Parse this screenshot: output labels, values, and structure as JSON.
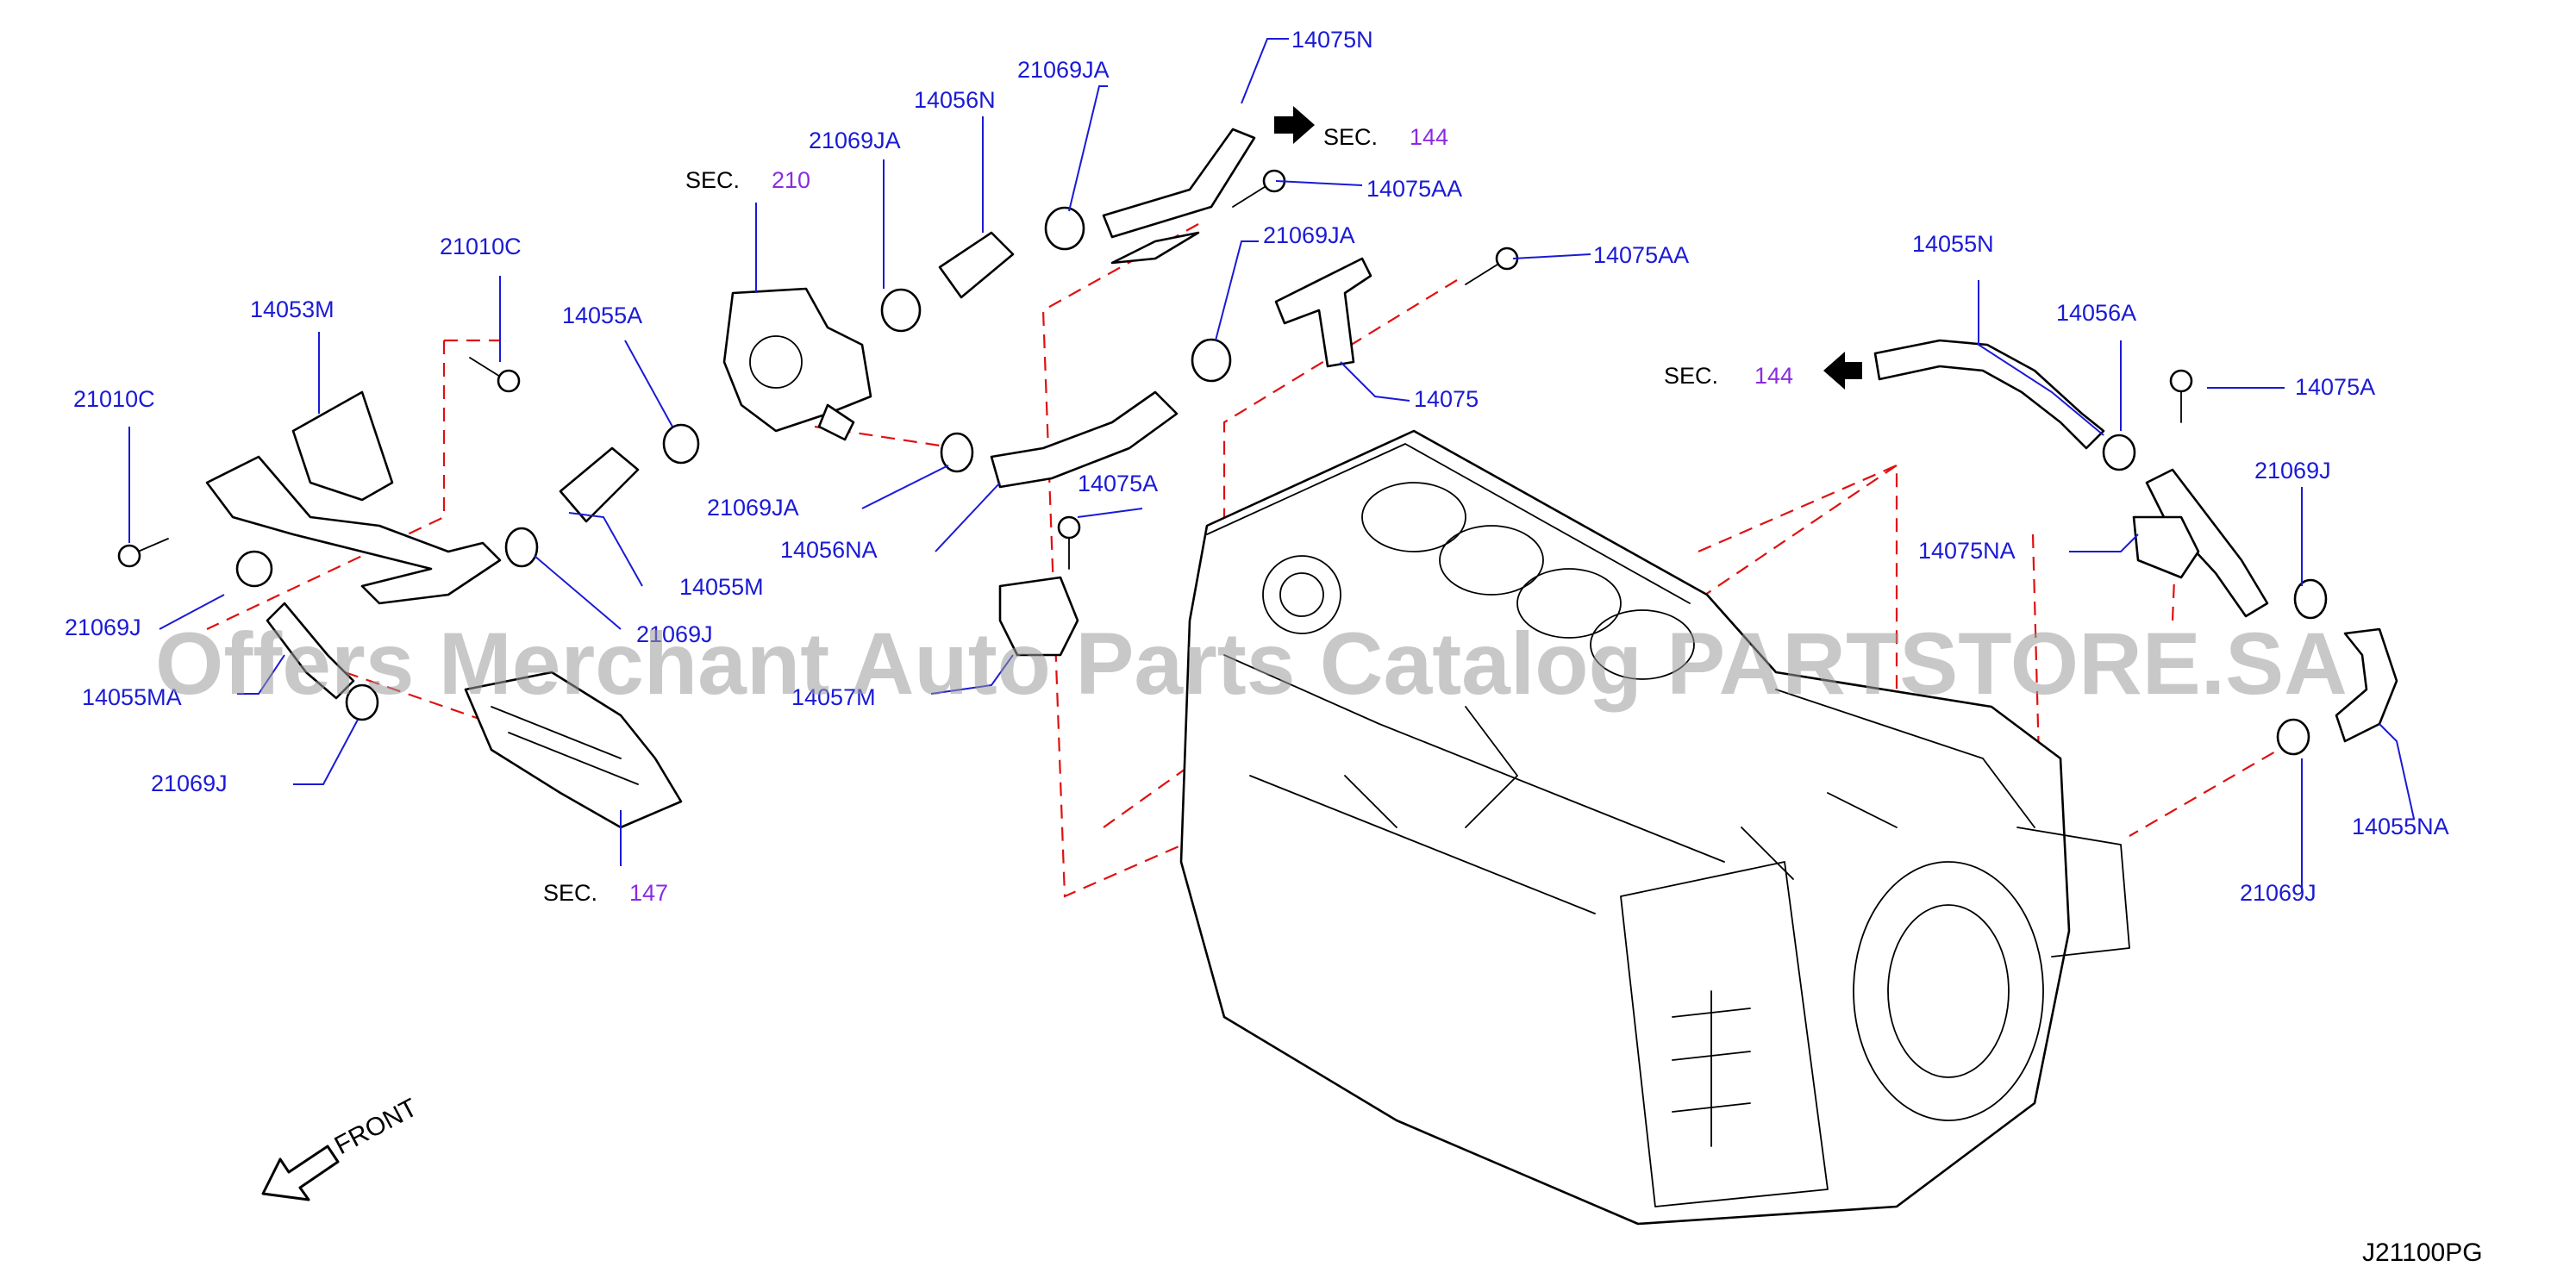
{
  "parts": {
    "p14075N": "14075N",
    "p21069JA_top": "21069JA",
    "p14056N": "14056N",
    "p21069JA_mid": "21069JA",
    "p14075AA_top": "14075AA",
    "p21069JA_right": "21069JA",
    "p14075AA_right": "14075AA",
    "p14075": "14075",
    "p21010C_top": "21010C",
    "p14053M": "14053M",
    "p14055A": "14055A",
    "p21010C_left": "21010C",
    "p21069JA_low": "21069JA",
    "p14075A_mid": "14075A",
    "p14056NA": "14056NA",
    "p14055M": "14055M",
    "p21069J_left": "21069J",
    "p21069J_mid": "21069J",
    "p14055MA": "14055MA",
    "p14057M": "14057M",
    "p21069J_low": "21069J",
    "p14055N": "14055N",
    "p14056A": "14056A",
    "p14075A_right": "14075A",
    "p21069J_right": "21069J",
    "p14075NA": "14075NA",
    "p14055NA": "14055NA",
    "p21069J_bottom": "21069J"
  },
  "sections": {
    "sec_word": "SEC.",
    "s144_top": "144",
    "s210": "210",
    "s144_right": "144",
    "s147": "147"
  },
  "front_label": "FRONT",
  "diagram_code": "J21100PG",
  "watermark": "Offers Merchant Auto Parts Catalog PARTSTORE.SA",
  "colors": {
    "part_label": "#1a1ad6",
    "section_number": "#8a2be2",
    "dashed_line": "#e01010"
  }
}
